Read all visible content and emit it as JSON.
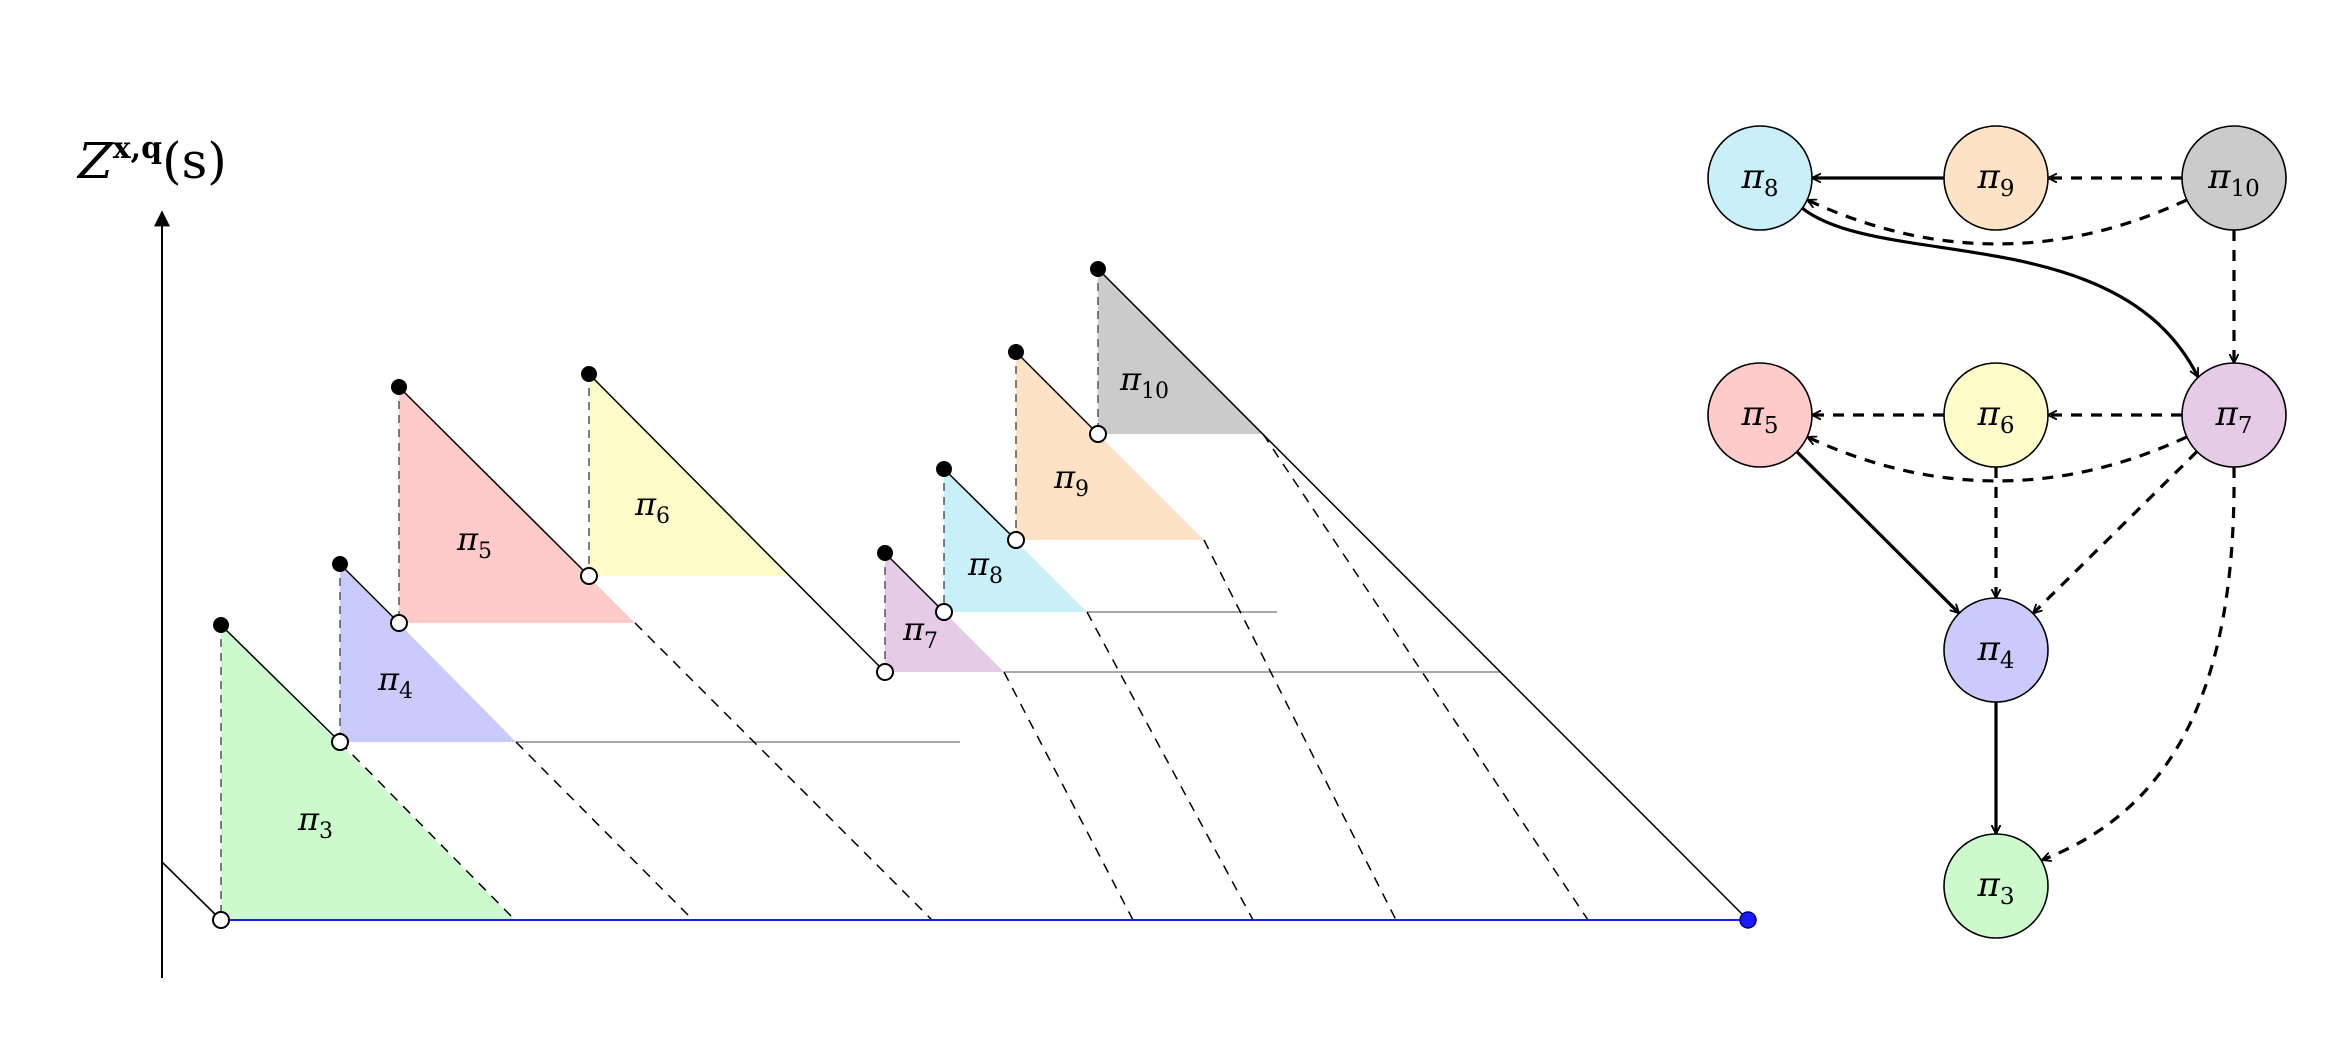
{
  "axis": {
    "label": "Z",
    "superscript": "x,q",
    "argument": "(s)"
  },
  "triangles": [
    {
      "id": "pi3",
      "name": "π",
      "index": "3",
      "color": "#cdfacd"
    },
    {
      "id": "pi4",
      "name": "π",
      "index": "4",
      "color": "#cacbfa"
    },
    {
      "id": "pi5",
      "name": "π",
      "index": "5",
      "color": "#fecaca"
    },
    {
      "id": "pi6",
      "name": "π",
      "index": "6",
      "color": "#fdfbc8"
    },
    {
      "id": "pi7",
      "name": "π",
      "index": "7",
      "color": "#e5cbe6"
    },
    {
      "id": "pi8",
      "name": "π",
      "index": "8",
      "color": "#c9eff9"
    },
    {
      "id": "pi9",
      "name": "π",
      "index": "9",
      "color": "#fde2c5"
    },
    {
      "id": "pi10",
      "name": "π",
      "index": "10",
      "color": "#cbcbcb"
    }
  ],
  "graph": {
    "nodes": [
      {
        "id": "pi8",
        "name": "π",
        "index": "8",
        "color": "#c9eff9"
      },
      {
        "id": "pi9",
        "name": "π",
        "index": "9",
        "color": "#fde2c5"
      },
      {
        "id": "pi10",
        "name": "π",
        "index": "10",
        "color": "#cbcbcb"
      },
      {
        "id": "pi5",
        "name": "π",
        "index": "5",
        "color": "#fecaca"
      },
      {
        "id": "pi6",
        "name": "π",
        "index": "6",
        "color": "#fdfbc8"
      },
      {
        "id": "pi7",
        "name": "π",
        "index": "7",
        "color": "#e5cbe6"
      },
      {
        "id": "pi4",
        "name": "π",
        "index": "4",
        "color": "#cacbfa"
      },
      {
        "id": "pi3",
        "name": "π",
        "index": "3",
        "color": "#cdfacd"
      }
    ],
    "edges": [
      {
        "from": "pi9",
        "to": "pi8",
        "style": "solid"
      },
      {
        "from": "pi10",
        "to": "pi9",
        "style": "dashed"
      },
      {
        "from": "pi10",
        "to": "pi8",
        "style": "dashed"
      },
      {
        "from": "pi8",
        "to": "pi7",
        "style": "solid"
      },
      {
        "from": "pi10",
        "to": "pi7",
        "style": "dashed"
      },
      {
        "from": "pi7",
        "to": "pi6",
        "style": "dashed"
      },
      {
        "from": "pi6",
        "to": "pi5",
        "style": "dashed"
      },
      {
        "from": "pi7",
        "to": "pi5",
        "style": "dashed"
      },
      {
        "from": "pi5",
        "to": "pi4",
        "style": "solid"
      },
      {
        "from": "pi6",
        "to": "pi4",
        "style": "dashed"
      },
      {
        "from": "pi7",
        "to": "pi4",
        "style": "dashed"
      },
      {
        "from": "pi4",
        "to": "pi3",
        "style": "solid"
      },
      {
        "from": "pi7",
        "to": "pi3",
        "style": "dashed"
      }
    ]
  }
}
